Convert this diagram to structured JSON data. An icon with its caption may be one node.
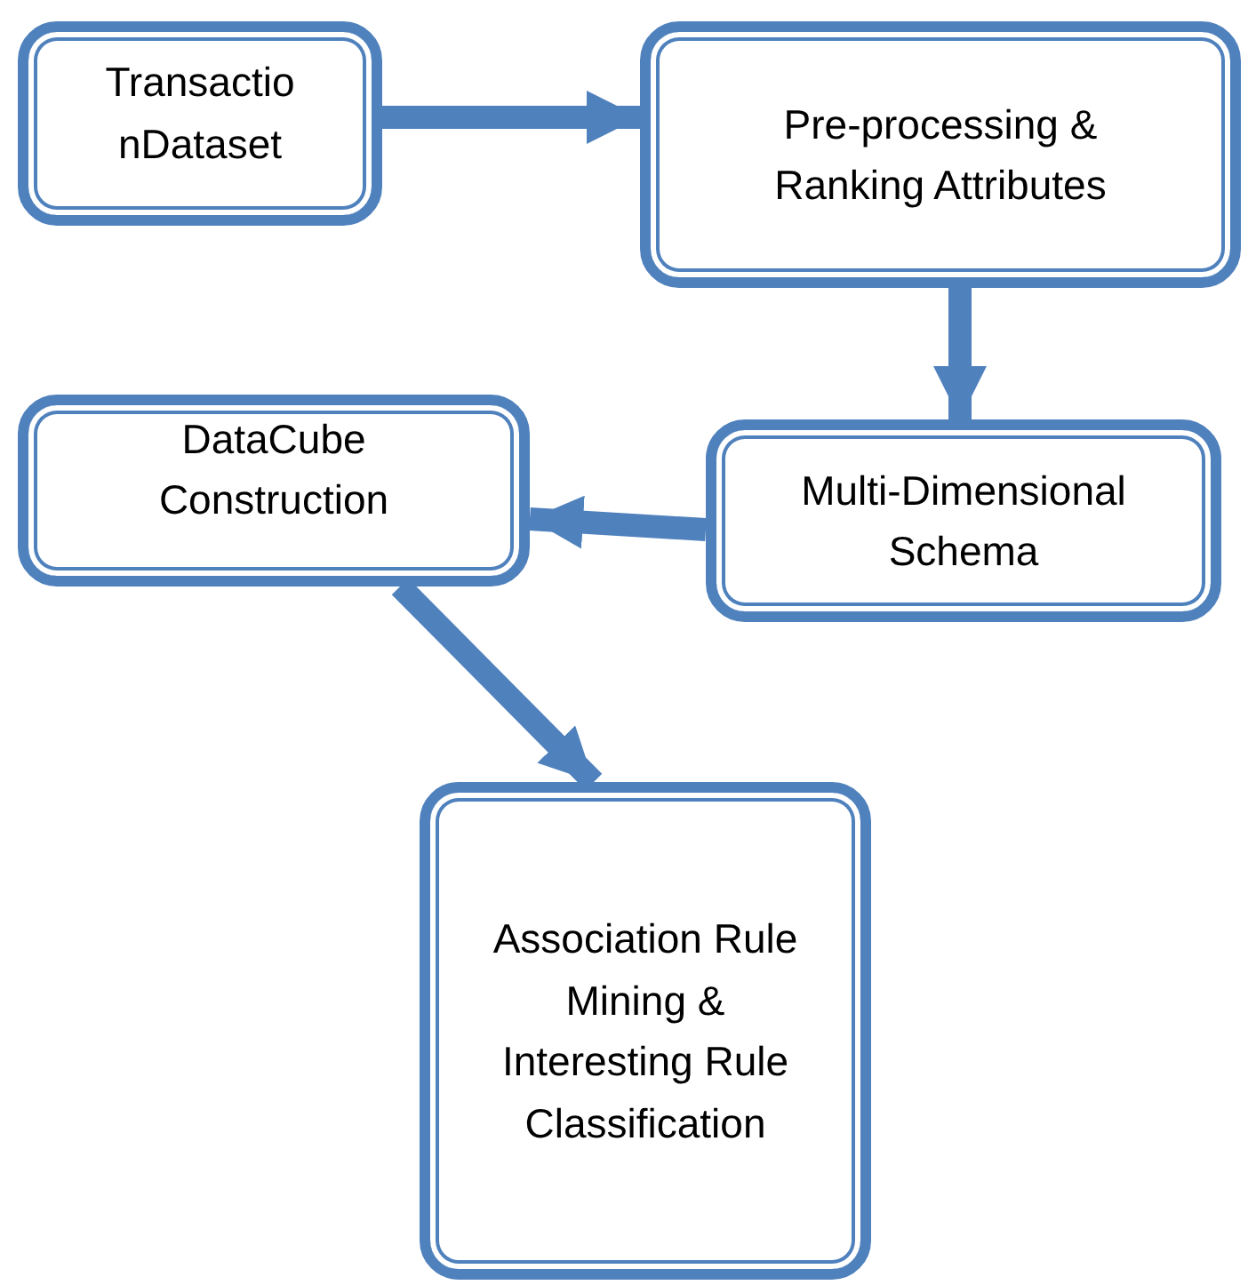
{
  "diagram": {
    "nodes": [
      {
        "text": [
          "Transactio nDataset"
        ]
      },
      {
        "text": [
          "Pre-processing & Ranking Attributes"
        ]
      },
      {
        "text": [
          "DataCube Construction"
        ]
      },
      {
        "text": [
          "Multi-Dimensional Schema"
        ]
      },
      {
        "text": [
          "Association Rule Mining & Interesting Rule Classification"
        ]
      }
    ],
    "edges": [
      {
        "from": 0,
        "to": 1,
        "arrow": "to"
      },
      {
        "from": 1,
        "to": 3,
        "arrow": "to"
      },
      {
        "from": 3,
        "to": 2,
        "arrow": "to"
      },
      {
        "from": 2,
        "to": 4,
        "arrow": "to"
      }
    ]
  }
}
